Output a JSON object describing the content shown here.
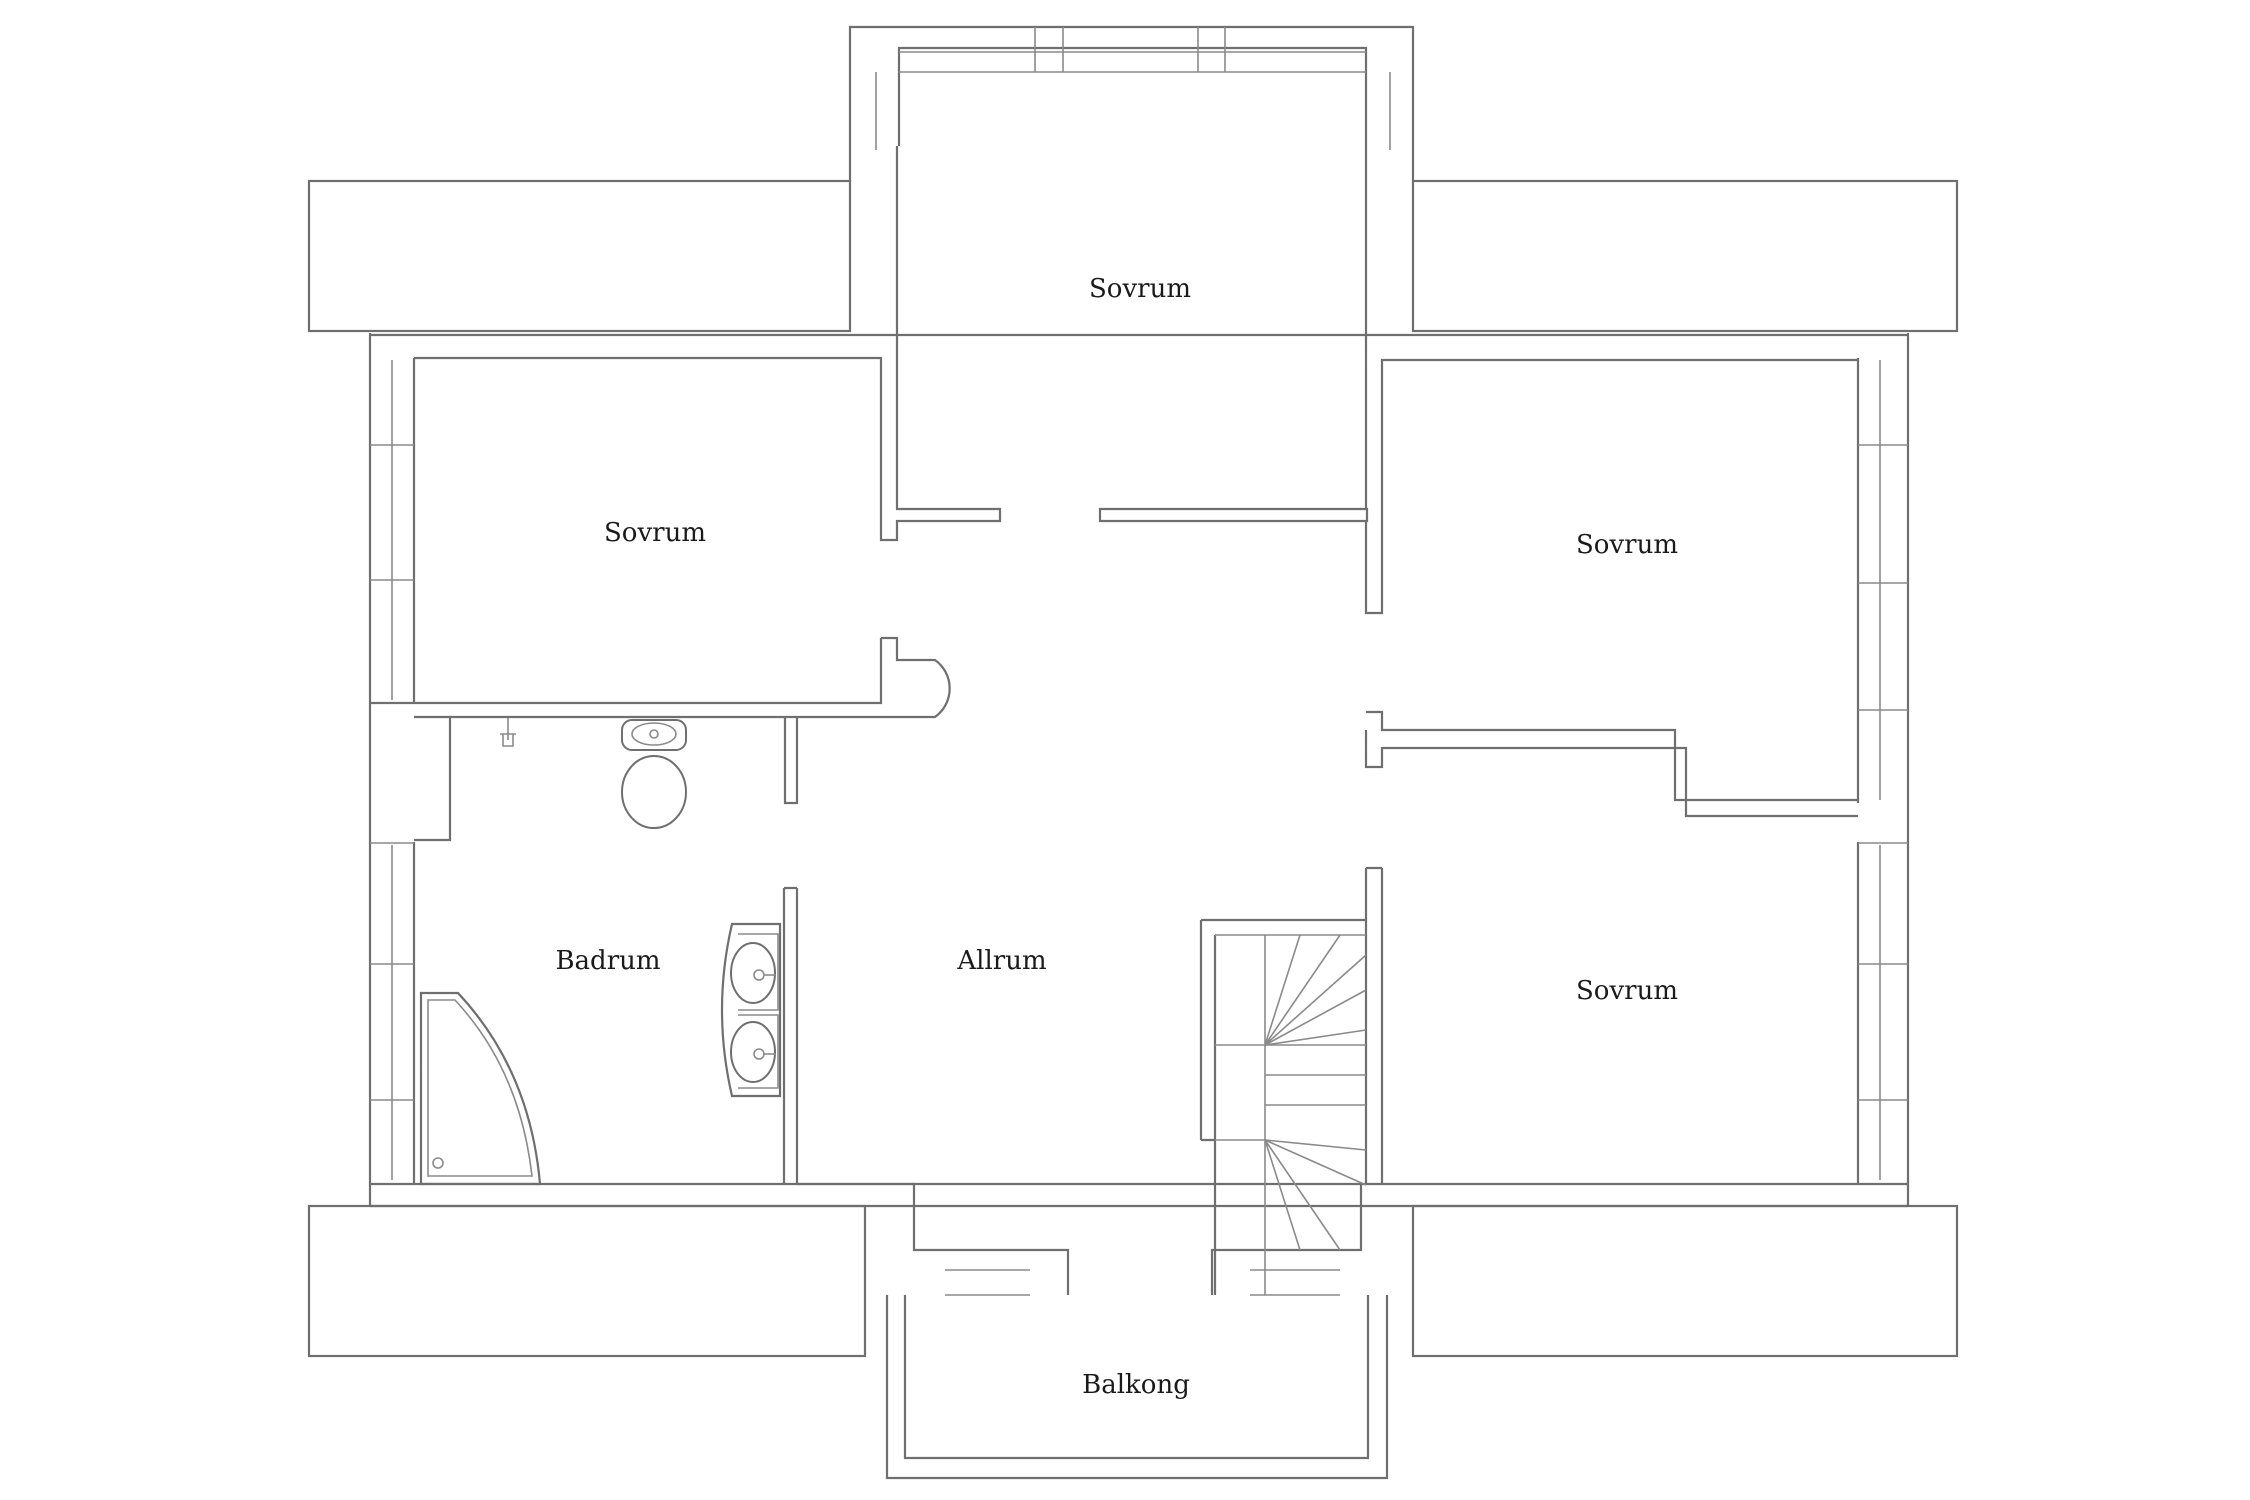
{
  "floor_plan": {
    "colors": {
      "wall": "#6f6f6f",
      "label": "#1a1a1a",
      "background": "#ffffff"
    },
    "rooms": [
      {
        "id": "sovrum-top",
        "label": "Sovrum"
      },
      {
        "id": "sovrum-left",
        "label": "Sovrum"
      },
      {
        "id": "sovrum-right-upper",
        "label": "Sovrum"
      },
      {
        "id": "sovrum-right-lower",
        "label": "Sovrum"
      },
      {
        "id": "badrum",
        "label": "Badrum"
      },
      {
        "id": "allrum",
        "label": "Allrum"
      },
      {
        "id": "balkong",
        "label": "Balkong"
      }
    ],
    "fixtures": [
      "toilet-icon",
      "sink-icon",
      "sink-icon",
      "shower-icon",
      "staircase-icon"
    ]
  }
}
